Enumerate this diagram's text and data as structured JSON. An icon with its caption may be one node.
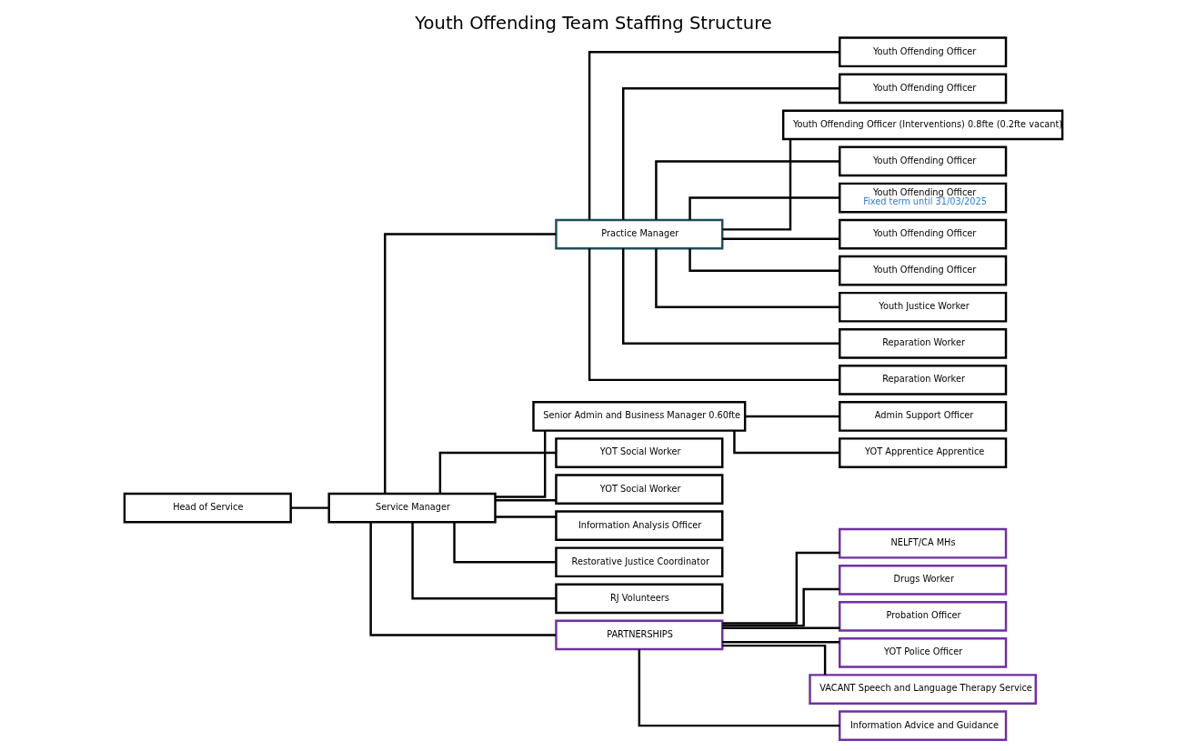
{
  "diagram": {
    "title": "Youth Offending Team Staffing Structure",
    "nodes": [
      {
        "text": [
          "Head of Service"
        ]
      },
      {
        "text": [
          "Service Manager"
        ]
      },
      {
        "text": [
          "Practice Manager"
        ]
      },
      {
        "text": [
          "Youth Offending Officer"
        ]
      },
      {
        "text": [
          "Youth Offending Officer"
        ]
      },
      {
        "text": [
          "Youth Offending Officer (Interventions) 0.8fte (0.2fte vacant)"
        ]
      },
      {
        "text": [
          "Youth Offending Officer"
        ]
      },
      {
        "text": [
          "Youth Offending Officer",
          "Fixed term until 31/03/2025"
        ]
      },
      {
        "text": [
          "Youth Offending Officer"
        ]
      },
      {
        "text": [
          "Youth Offending Officer"
        ]
      },
      {
        "text": [
          "Youth Justice Worker"
        ]
      },
      {
        "text": [
          "Reparation Worker"
        ]
      },
      {
        "text": [
          "Reparation Worker"
        ]
      },
      {
        "text": [
          "Senior Admin and Business Manager 0.60fte"
        ]
      },
      {
        "text": [
          "Admin Support Officer"
        ]
      },
      {
        "text": [
          "YOT Apprentice Apprentice"
        ]
      },
      {
        "text": [
          "YOT Social Worker"
        ]
      },
      {
        "text": [
          "YOT Social Worker"
        ]
      },
      {
        "text": [
          "Information Analysis Officer"
        ]
      },
      {
        "text": [
          "Restorative Justice Coordinator"
        ]
      },
      {
        "text": [
          "RJ Volunteers"
        ]
      },
      {
        "text": [
          "PARTNERSHIPS"
        ]
      },
      {
        "text": [
          "NELFT/CA MHs"
        ]
      },
      {
        "text": [
          "Drugs Worker"
        ]
      },
      {
        "text": [
          "Probation Officer"
        ]
      },
      {
        "text": [
          "YOT Police Officer"
        ]
      },
      {
        "text": [
          "VACANT Speech and Language Therapy Service"
        ]
      },
      {
        "text": [
          "Information Advice and Guidance"
        ]
      }
    ],
    "edges": [
      {
        "from": 0,
        "to": 1,
        "arrow": "none"
      },
      {
        "from": 1,
        "to": 2,
        "arrow": "none"
      },
      {
        "from": 1,
        "to": 13,
        "arrow": "none"
      },
      {
        "from": 1,
        "to": 16,
        "arrow": "none"
      },
      {
        "from": 1,
        "to": 17,
        "arrow": "none"
      },
      {
        "from": 1,
        "to": 18,
        "arrow": "none"
      },
      {
        "from": 1,
        "to": 19,
        "arrow": "none"
      },
      {
        "from": 1,
        "to": 20,
        "arrow": "none"
      },
      {
        "from": 1,
        "to": 21,
        "arrow": "none"
      },
      {
        "from": 2,
        "to": 3,
        "arrow": "none"
      },
      {
        "from": 2,
        "to": 4,
        "arrow": "none"
      },
      {
        "from": 2,
        "to": 5,
        "arrow": "none"
      },
      {
        "from": 2,
        "to": 6,
        "arrow": "none"
      },
      {
        "from": 2,
        "to": 7,
        "arrow": "none"
      },
      {
        "from": 2,
        "to": 8,
        "arrow": "none"
      },
      {
        "from": 2,
        "to": 9,
        "arrow": "none"
      },
      {
        "from": 2,
        "to": 10,
        "arrow": "none"
      },
      {
        "from": 2,
        "to": 11,
        "arrow": "none"
      },
      {
        "from": 2,
        "to": 12,
        "arrow": "none"
      },
      {
        "from": 13,
        "to": 14,
        "arrow": "none"
      },
      {
        "from": 13,
        "to": 15,
        "arrow": "none"
      },
      {
        "from": 21,
        "to": 22,
        "arrow": "none"
      },
      {
        "from": 21,
        "to": 23,
        "arrow": "none"
      },
      {
        "from": 21,
        "to": 24,
        "arrow": "none"
      },
      {
        "from": 21,
        "to": 25,
        "arrow": "none"
      },
      {
        "from": 21,
        "to": 26,
        "arrow": "none"
      },
      {
        "from": 21,
        "to": 27,
        "arrow": "none"
      }
    ]
  }
}
